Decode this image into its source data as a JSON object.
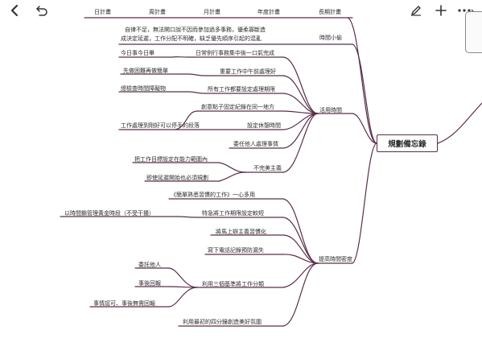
{
  "toolbar": {
    "back_icon": "chevron-left-icon",
    "undo_icon": "undo-icon",
    "pen_icon": "pen-icon",
    "add_icon": "plus-icon",
    "more_icon": "ellipsis-icon"
  },
  "colors": {
    "branch": "#5a2e4a",
    "text": "#2b2b2b"
  },
  "map": {
    "center": "規劃備忘錄",
    "branches": {
      "plans": {
        "label": "長期計畫",
        "items": [
          "日計畫",
          "周計畫",
          "月計畫",
          "年度計畫"
        ]
      },
      "thief": {
        "label": "時間小偷",
        "line1": "自律不足，無法開口說不因而參加過多事務，優柔寡斷造",
        "line2": "成決定延遲，工作分配不明確，缺乏優先順序引起的混亂"
      },
      "use": {
        "label": "活用時間",
        "items": [
          "日常例行事務集中後一口氣完成",
          "重要工作中午前處理好",
          "所有工作都要設定處理期限",
          "創意點子固定紀錄在同一地方",
          "設定休憩時間",
          "委任他人處理事情",
          "不完美主義"
        ],
        "sub": {
          "today": "今日事今日畢",
          "hard_first": "先做困難再做簡單",
          "review": "總檢查時間障礙物",
          "rest": "工作處理到剛好可以停手的段落",
          "goal": "把工作目標設定在能力範圍內",
          "delay": "即使延遲開始也必須規劃"
        }
      },
      "density": {
        "label": "提高時間密度",
        "items": [
          "《簡單熟悉習慣的工作》一心多用",
          "特急將工作期限設定較短",
          "將馬上辦主義習慣化",
          "寫下電話記錄預防漏失",
          "利用三個基準將工作分類",
          "利用最初的四分鐘創造美好氛圍"
        ],
        "sub": {
          "golden": "以時間鎖管理黃金時段（不受干擾）",
          "delegate": "委託他人",
          "later": "事後回報",
          "approve": "事情認可、事後無需回報"
        }
      }
    }
  }
}
